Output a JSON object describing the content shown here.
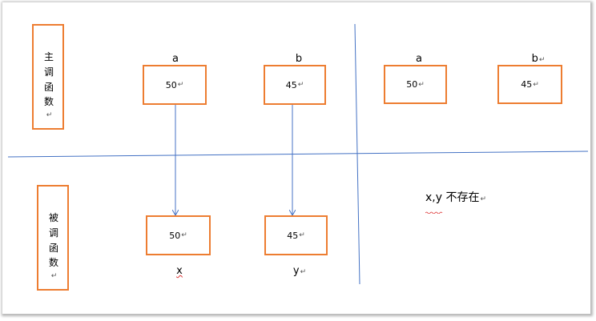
{
  "caller": {
    "label_chars": [
      "主",
      "调",
      "函",
      "数"
    ],
    "left_group": {
      "a_label": "a",
      "a_value": "50",
      "b_label": "b",
      "b_value": "45"
    },
    "right_group": {
      "a_label": "a",
      "a_value": "50",
      "b_label": "b",
      "b_value": "45"
    }
  },
  "callee": {
    "label_chars": [
      "被",
      "调",
      "函",
      "数"
    ],
    "x_value": "50",
    "y_value": "45",
    "x_label": "x",
    "y_label": "y",
    "note": "x,y 不存在",
    "note_squiggle": "x,y"
  },
  "paragraph_mark": "↵",
  "colors": {
    "box_border": "#ed7d31",
    "line": "#4472c4",
    "arrow": "#4472c4"
  }
}
